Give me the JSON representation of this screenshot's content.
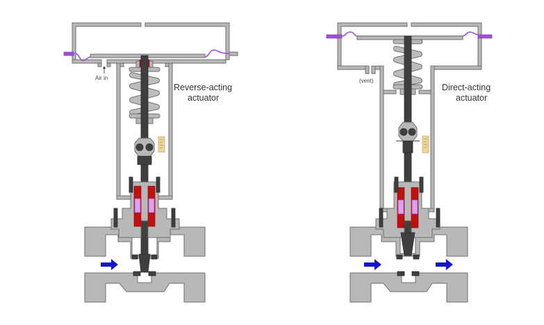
{
  "diagrams": [
    {
      "id": "reverse",
      "title_line1": "Reverse-acting",
      "title_line2": "actuator",
      "port_label": "Air in"
    },
    {
      "id": "direct",
      "title_line1": "Direct-acting",
      "title_line2": "actuator",
      "port_label": "(vent)"
    }
  ],
  "colors": {
    "body": "#b8b8b8",
    "outline": "#6e6e6e",
    "stem": "#3f3f3f",
    "packing": "#c01010",
    "packing_rings": "#e0a0f0",
    "diaphragm": "#a050d0",
    "flow_arrow": "#1414d0",
    "scale": "#f0d89a"
  },
  "icons": {
    "flow": "arrow-right-icon"
  }
}
